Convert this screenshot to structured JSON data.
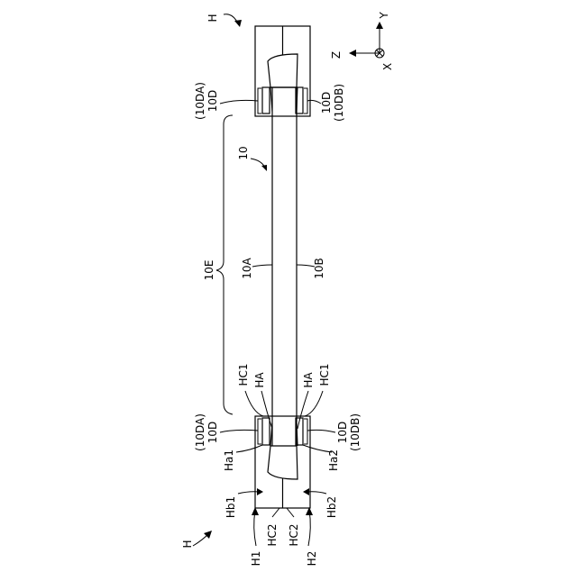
{
  "labels": {
    "H_top": "H",
    "H_bottom": "H",
    "axis_y": "Y",
    "axis_z": "Z",
    "axis_x": "X",
    "L10DA_top": "(10DA)",
    "L10D_top_left": "10D",
    "L10D_top_right": "10D",
    "L10DB_top": "(10DB)",
    "L10": "10",
    "L10E": "10E",
    "L10A": "10A",
    "L10B": "10B",
    "HC1_left": "HC1",
    "HA_left": "HA",
    "HA_right": "HA",
    "HC1_right": "HC1",
    "L10DA_bottom": "(10DA)",
    "L10D_bottom_left": "10D",
    "L10D_bottom_right": "10D",
    "L10DB_bottom": "(10DB)",
    "Ha1": "Ha1",
    "Ha2": "Ha2",
    "Hb1": "Hb1",
    "Hb2": "Hb2",
    "H1": "H1",
    "HC2_left": "HC2",
    "HC2_right": "HC2",
    "H2": "H2"
  }
}
